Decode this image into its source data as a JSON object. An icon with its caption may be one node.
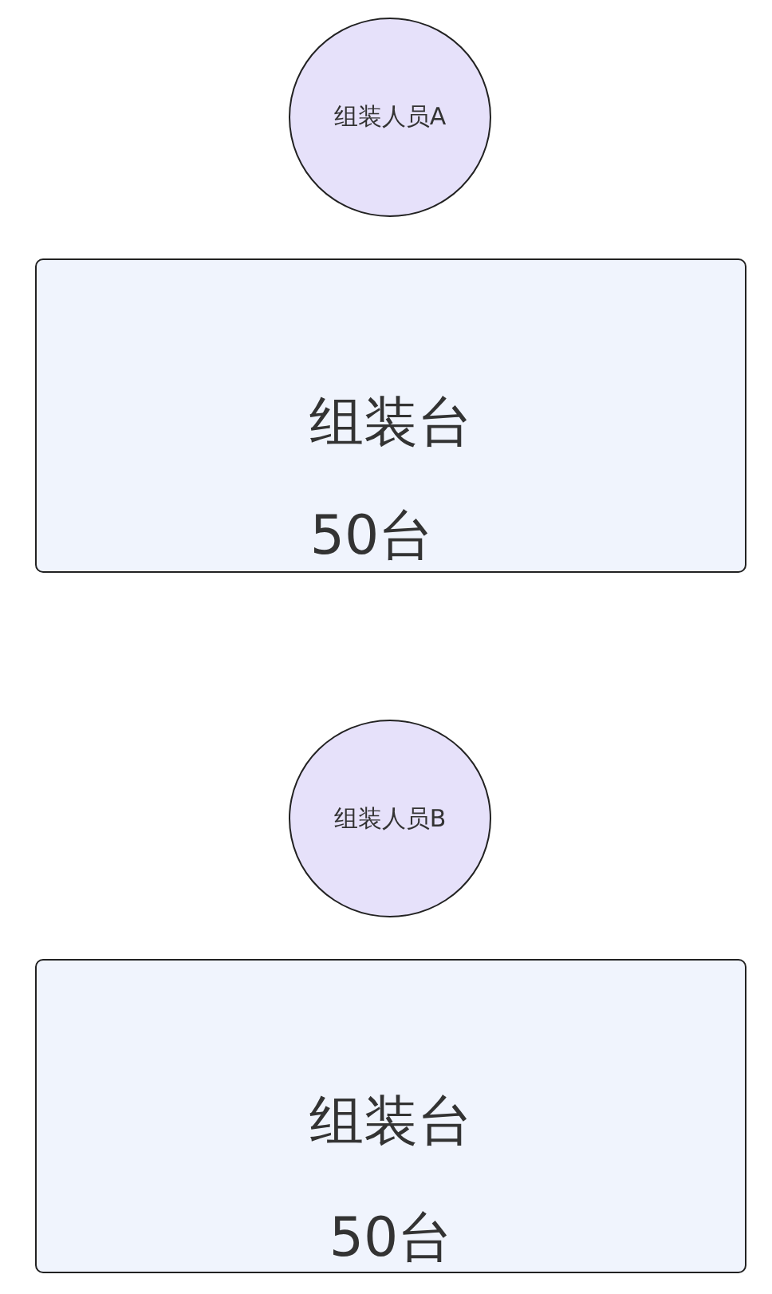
{
  "diagram": {
    "nodes": [
      {
        "text": [
          "组装人员A"
        ]
      },
      {
        "text": [
          "组装台",
          "50台"
        ]
      },
      {
        "text": [
          "组装人员B"
        ]
      },
      {
        "text": [
          "组装台",
          "50台"
        ]
      }
    ]
  }
}
